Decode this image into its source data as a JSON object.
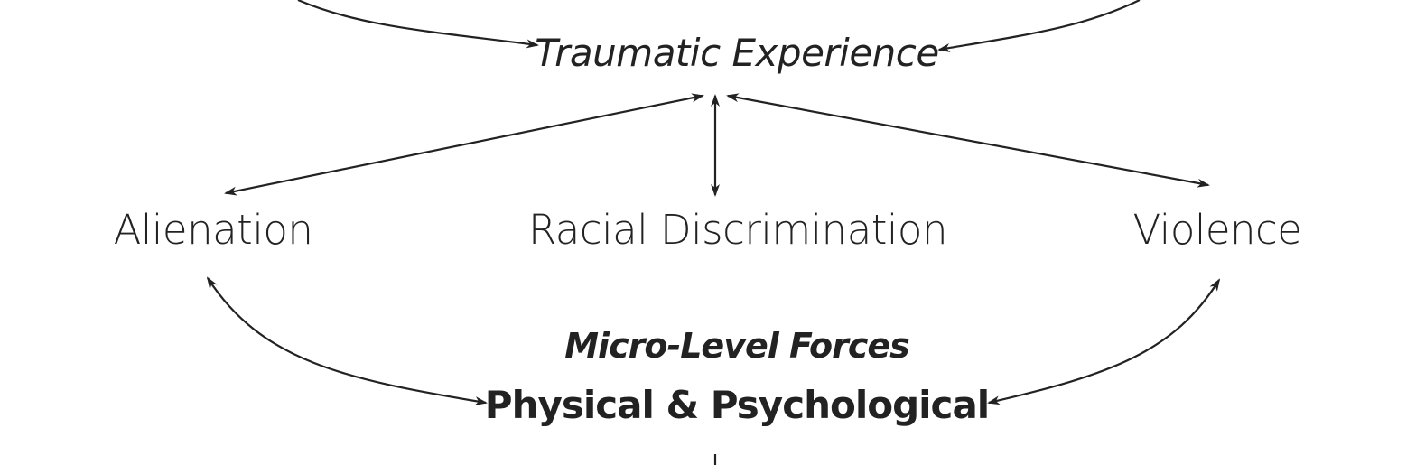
{
  "nodes": {
    "traumatic_experience": "Traumatic Experience",
    "alienation": "Alienation",
    "racial_discrimination": "Racial Discrimination",
    "violence": "Violence",
    "micro_level_title": "Micro-Level Forces",
    "physical_psychological": "Physical & Psychological"
  },
  "colors": {
    "ink": "#222222",
    "background": "#ffffff"
  }
}
